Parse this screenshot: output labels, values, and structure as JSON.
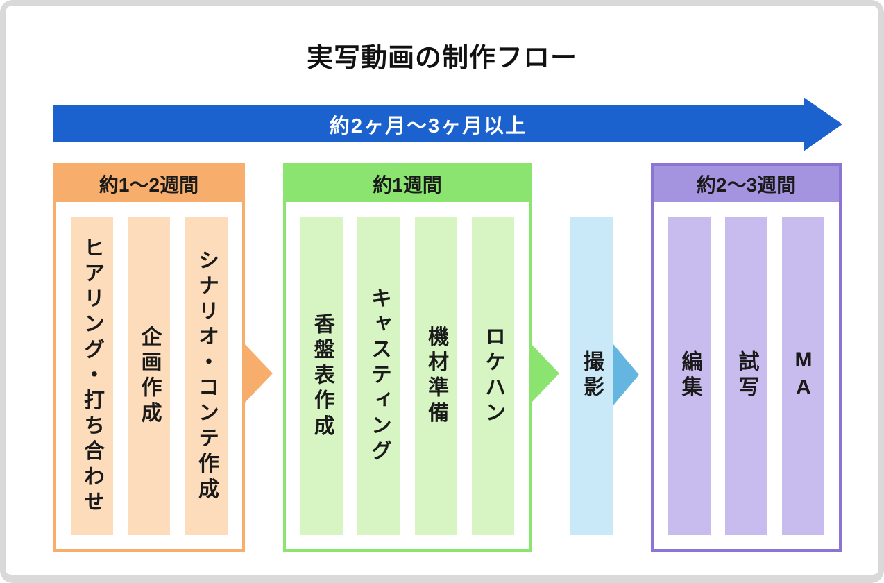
{
  "title": "実写動画の制作フロー",
  "timeline_arrow": {
    "label": "約2ヶ月〜3ヶ月以上",
    "color": "#1c62ce",
    "text_color": "#ffffff"
  },
  "stages": [
    {
      "duration": "約1〜2週間",
      "accent_color": "#f7ae6c",
      "task_fill": "#fcdcba",
      "tasks": [
        "ヒアリング・打ち合わせ",
        "企画作成",
        "シナリオ・コンテ作成"
      ]
    },
    {
      "duration": "約1週間",
      "accent_color": "#8ce470",
      "task_fill": "#d6f5c2",
      "tasks": [
        "香盤表作成",
        "キャスティング",
        "機材準備",
        "ロケハン"
      ]
    },
    {
      "duration": "約2〜3週間",
      "accent_color": "#a494df",
      "border_color": "#8a76d2",
      "task_fill": "#c8bcee",
      "tasks": [
        "編集",
        "試写",
        "MA"
      ]
    }
  ],
  "shooting": {
    "label": "撮影",
    "fill": "#c9e9f8",
    "arrow_color": "#64b5df"
  },
  "frame": {
    "background": "#ffffff",
    "border_color": "#d9d9d9"
  }
}
